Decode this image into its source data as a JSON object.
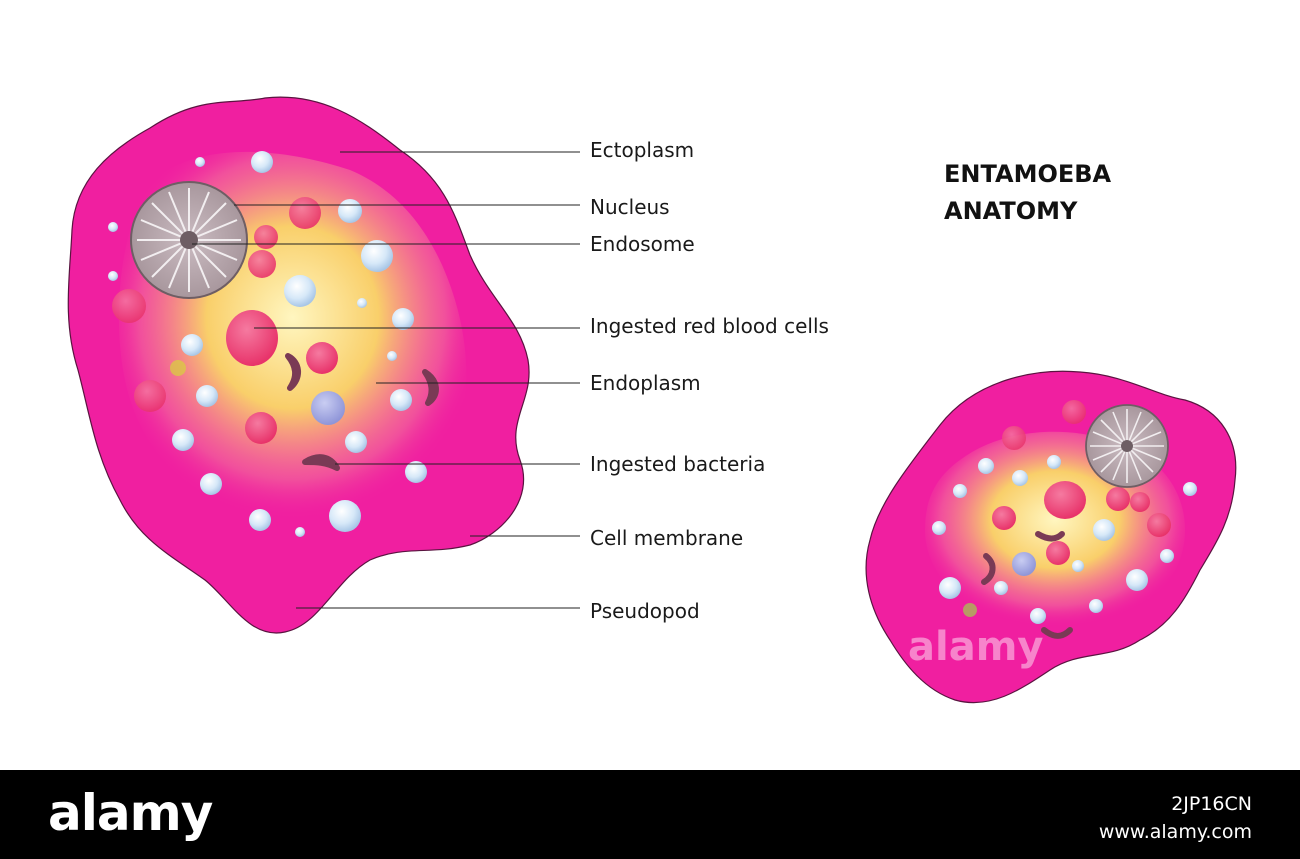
{
  "title": {
    "line1": "ENTAMOEBA",
    "line2": "ANATOMY"
  },
  "labels": [
    "Ectoplasm",
    "Nucleus",
    "Endosome",
    "Ingested red blood cells",
    "Endoplasm",
    "Ingested bacteria",
    "Cell membrane",
    "Pseudopod"
  ],
  "watermark": "alamy",
  "footer": {
    "brand": "alamy",
    "image_id": "2JP16CN",
    "site": "www.alamy.com"
  },
  "colors": {
    "ectoplasm": "#f01fa0",
    "endoplasm": "#f7c65a",
    "inner_glow": "#fff2b3",
    "nucleus": "#b9a9ae",
    "red_blood_cell": "#ec3d6e",
    "bacteria": "#7a3a55",
    "vacuole": "#dbeaf8"
  }
}
